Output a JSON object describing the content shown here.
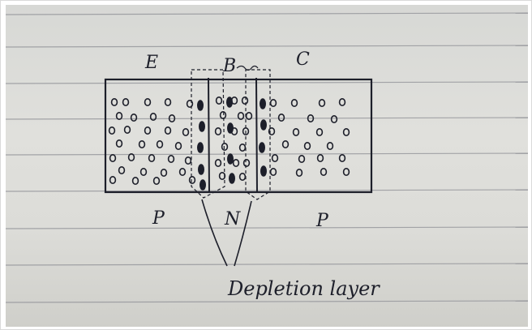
{
  "labels": {
    "emitter": "E",
    "base": "B",
    "collector": "C",
    "left_type": "P",
    "middle_type": "N",
    "right_type": "P",
    "caption": "Depletion layer"
  },
  "colors": {
    "ink": "#1d1f2a",
    "paper": "#dcdcd8",
    "rule_line": "#8e8f95"
  }
}
